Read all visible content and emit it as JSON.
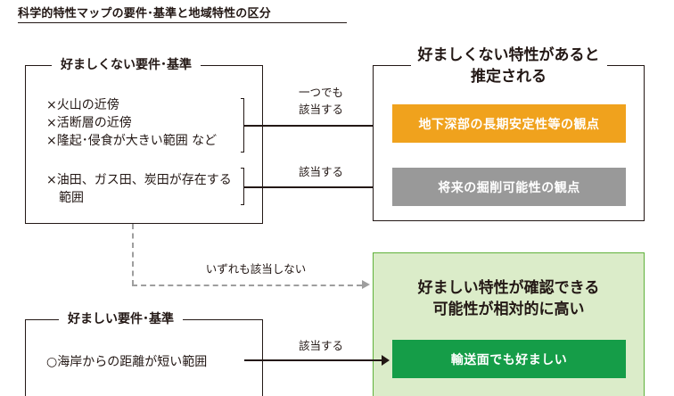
{
  "title": "科学的特性マップの要件･基準と地域特性の区分",
  "unfavorable_criteria": {
    "label": "好ましくない要件･基準",
    "items": [
      "×火山の近傍",
      "×活断層の近傍",
      "×隆起･侵食が大きい範囲 など"
    ],
    "items2": [
      "×油田、ガス田、炭田が存在する",
      "　範囲"
    ]
  },
  "favorable_criteria": {
    "label": "好ましい要件･基準",
    "item": "○海岸からの距離が短い範囲"
  },
  "arrows": {
    "any_one_line1": "一つでも",
    "any_one_line2": "該当する",
    "applies_2": "該当する",
    "none_apply": "いずれも該当しない",
    "applies_3": "該当する"
  },
  "unfavorable_region": {
    "heading_line1": "好ましくない特性があると",
    "heading_line2": "推定される",
    "tag_orange": "地下深部の長期安定性等の観点",
    "tag_gray": "将来の掘削可能性の観点"
  },
  "favorable_region": {
    "heading_line1": "好ましい特性が確認できる",
    "heading_line2": "可能性が相対的に高い",
    "tag_green": "輸送面でも好ましい"
  },
  "colors": {
    "orange": "#f0a21d",
    "gray": "#999999",
    "green": "#159d48",
    "green_panel_bg": "#dbecc9",
    "green_panel_border": "#5fb13a",
    "dashed": "#9e9e9e"
  }
}
